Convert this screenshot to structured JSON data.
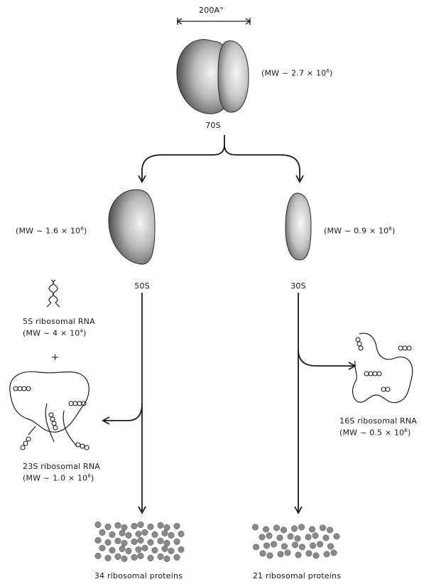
{
  "scale_label": "200A°",
  "ribosome_70s": {
    "name": "70S",
    "mw": "(MW ~ 2.7 × 10",
    "mw_exp": "6",
    "mw_close": ")"
  },
  "subunit_50s": {
    "name": "50S",
    "mw": "(MW ~ 1.6 × 10",
    "mw_exp": "6",
    "mw_close": ")"
  },
  "subunit_30s": {
    "name": "30S",
    "mw": "(MW ~ 0.9 × 10",
    "mw_exp": "6",
    "mw_close": ")"
  },
  "rna_5s": {
    "name": "5S ribosomal RNA",
    "mw": "(MW ~ 4 × 10",
    "mw_exp": "4",
    "mw_close": ")"
  },
  "plus_sign": "+",
  "rna_23s": {
    "name": "23S ribosomal RNA",
    "mw": "(MW ~ 1.0 × 10",
    "mw_exp": "6",
    "mw_close": ")"
  },
  "rna_16s": {
    "name": "16S ribosomal RNA",
    "mw": "(MW ~ 0.5 × 10",
    "mw_exp": "6",
    "mw_close": ")"
  },
  "proteins_50s": {
    "label": "34 ribosomal proteins"
  },
  "proteins_30s": {
    "label": "21 ribosomal proteins"
  },
  "colors": {
    "ink": "#1a1a1a",
    "shade": "#555555",
    "protein": "#8a8a8a"
  }
}
